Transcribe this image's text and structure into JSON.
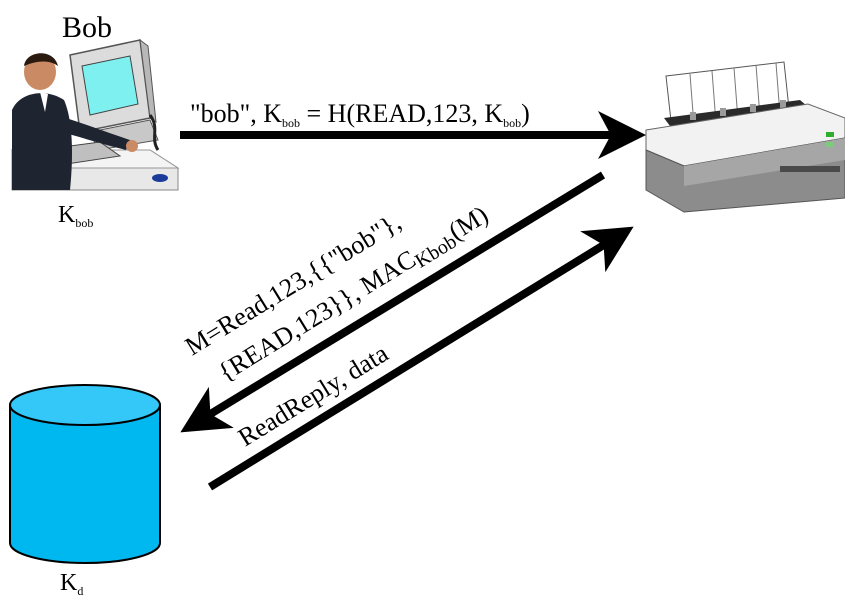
{
  "bob": {
    "name": "Bob",
    "key_main": "K",
    "key_sub": "bob"
  },
  "database": {
    "key_main": "K",
    "key_sub": "d"
  },
  "msg_top": {
    "p1": "\"bob\", K",
    "p1_sub": "bob",
    "p2": " = H(READ,123, K",
    "p2_sub": "bob",
    "p3": ")"
  },
  "msg_diag": {
    "line1": "M=Read,123,{{\"bob\"},",
    "line2a": "{READ,123}}, MAC",
    "line2_sub": "Kbob",
    "line2b": "(M)"
  },
  "msg_reply": {
    "text": "ReadReply, data"
  },
  "colors": {
    "arrow": "#000000",
    "db_fill": "#00b8f0",
    "db_top": "#33c8f8",
    "screen": "#7ff0f0"
  }
}
